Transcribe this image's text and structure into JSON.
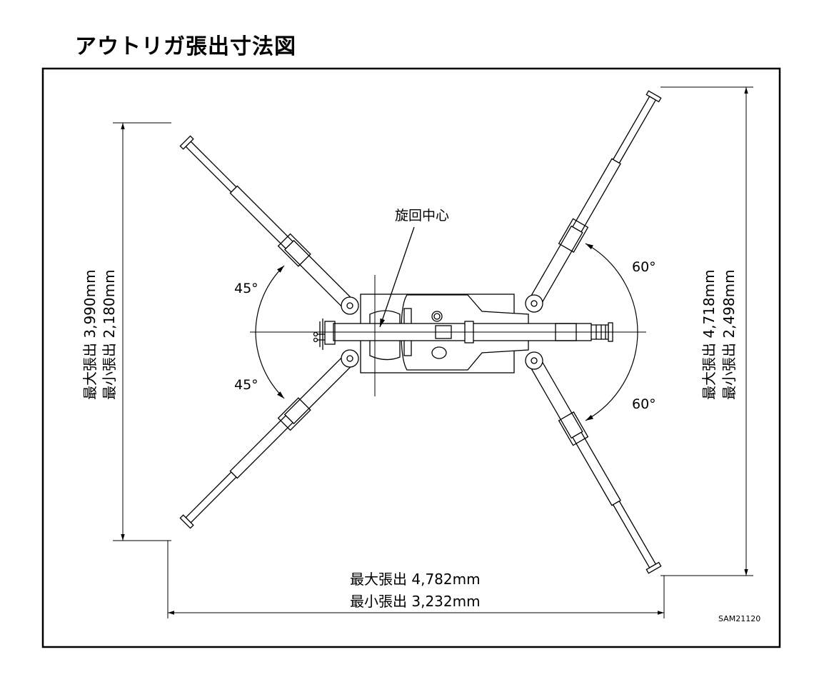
{
  "title": "アウトリガ張出寸法図",
  "labels": {
    "rotation_center": "旋回中心",
    "angle_left_top": "45°",
    "angle_left_bottom": "45°",
    "angle_right_top": "60°",
    "angle_right_bottom": "60°",
    "left_max": "最大張出 3,990mm",
    "left_min": "最小張出 2,180mm",
    "right_max": "最大張出 4,718mm",
    "right_min": "最小張出 2,498mm",
    "bottom_max": "最大張出 4,782mm",
    "bottom_min": "最小張出 3,232mm",
    "drawing_code": "SAM21120"
  }
}
